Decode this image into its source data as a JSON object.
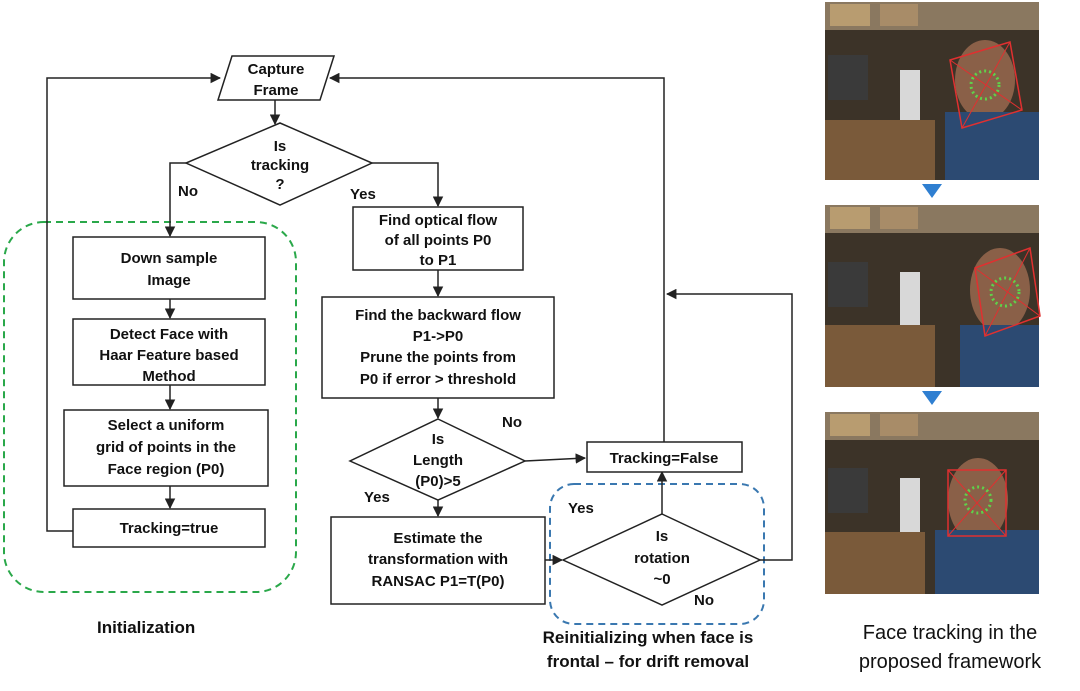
{
  "nodes": {
    "capture": [
      "Capture",
      "Frame"
    ],
    "is_tracking": [
      "Is",
      "tracking",
      "?"
    ],
    "down_sample": [
      "Down sample",
      "Image"
    ],
    "detect_face": [
      "Detect Face with",
      "Haar Feature based",
      "Method"
    ],
    "select_grid": [
      "Select a uniform",
      "grid of points in the",
      "Face region (P0)"
    ],
    "tracking_true": [
      "Tracking=true"
    ],
    "optical_flow": [
      "Find optical flow",
      "of all points P0",
      "to P1"
    ],
    "backward_flow": [
      "Find the backward flow",
      "P1->P0",
      "Prune the points from",
      "P0 if error > threshold"
    ],
    "is_length": [
      "Is",
      "Length",
      "(P0)>5"
    ],
    "estimate": [
      "Estimate the",
      "transformation with",
      "RANSAC P1=T(P0)"
    ],
    "tracking_false": [
      "Tracking=False"
    ],
    "is_rotation": [
      "Is",
      "rotation",
      "~0"
    ]
  },
  "edge_labels": {
    "no_left": "No",
    "yes_tracking": "Yes",
    "no_length": "No",
    "yes_length": "Yes",
    "yes_rotation": "Yes",
    "no_rotation": "No"
  },
  "captions": {
    "initialization": "Initialization",
    "reinit_line1": "Reinitializing when face is",
    "reinit_line2": "frontal – for drift removal",
    "face_line1": "Face tracking in the",
    "face_line2": "proposed framework"
  },
  "colors": {
    "green_group": "#2aa84a",
    "blue_group": "#3a78b0",
    "arrow_between_frames": "#2f7fd1",
    "face_box": "#e03030",
    "tracked_points": "#5fd24a"
  }
}
